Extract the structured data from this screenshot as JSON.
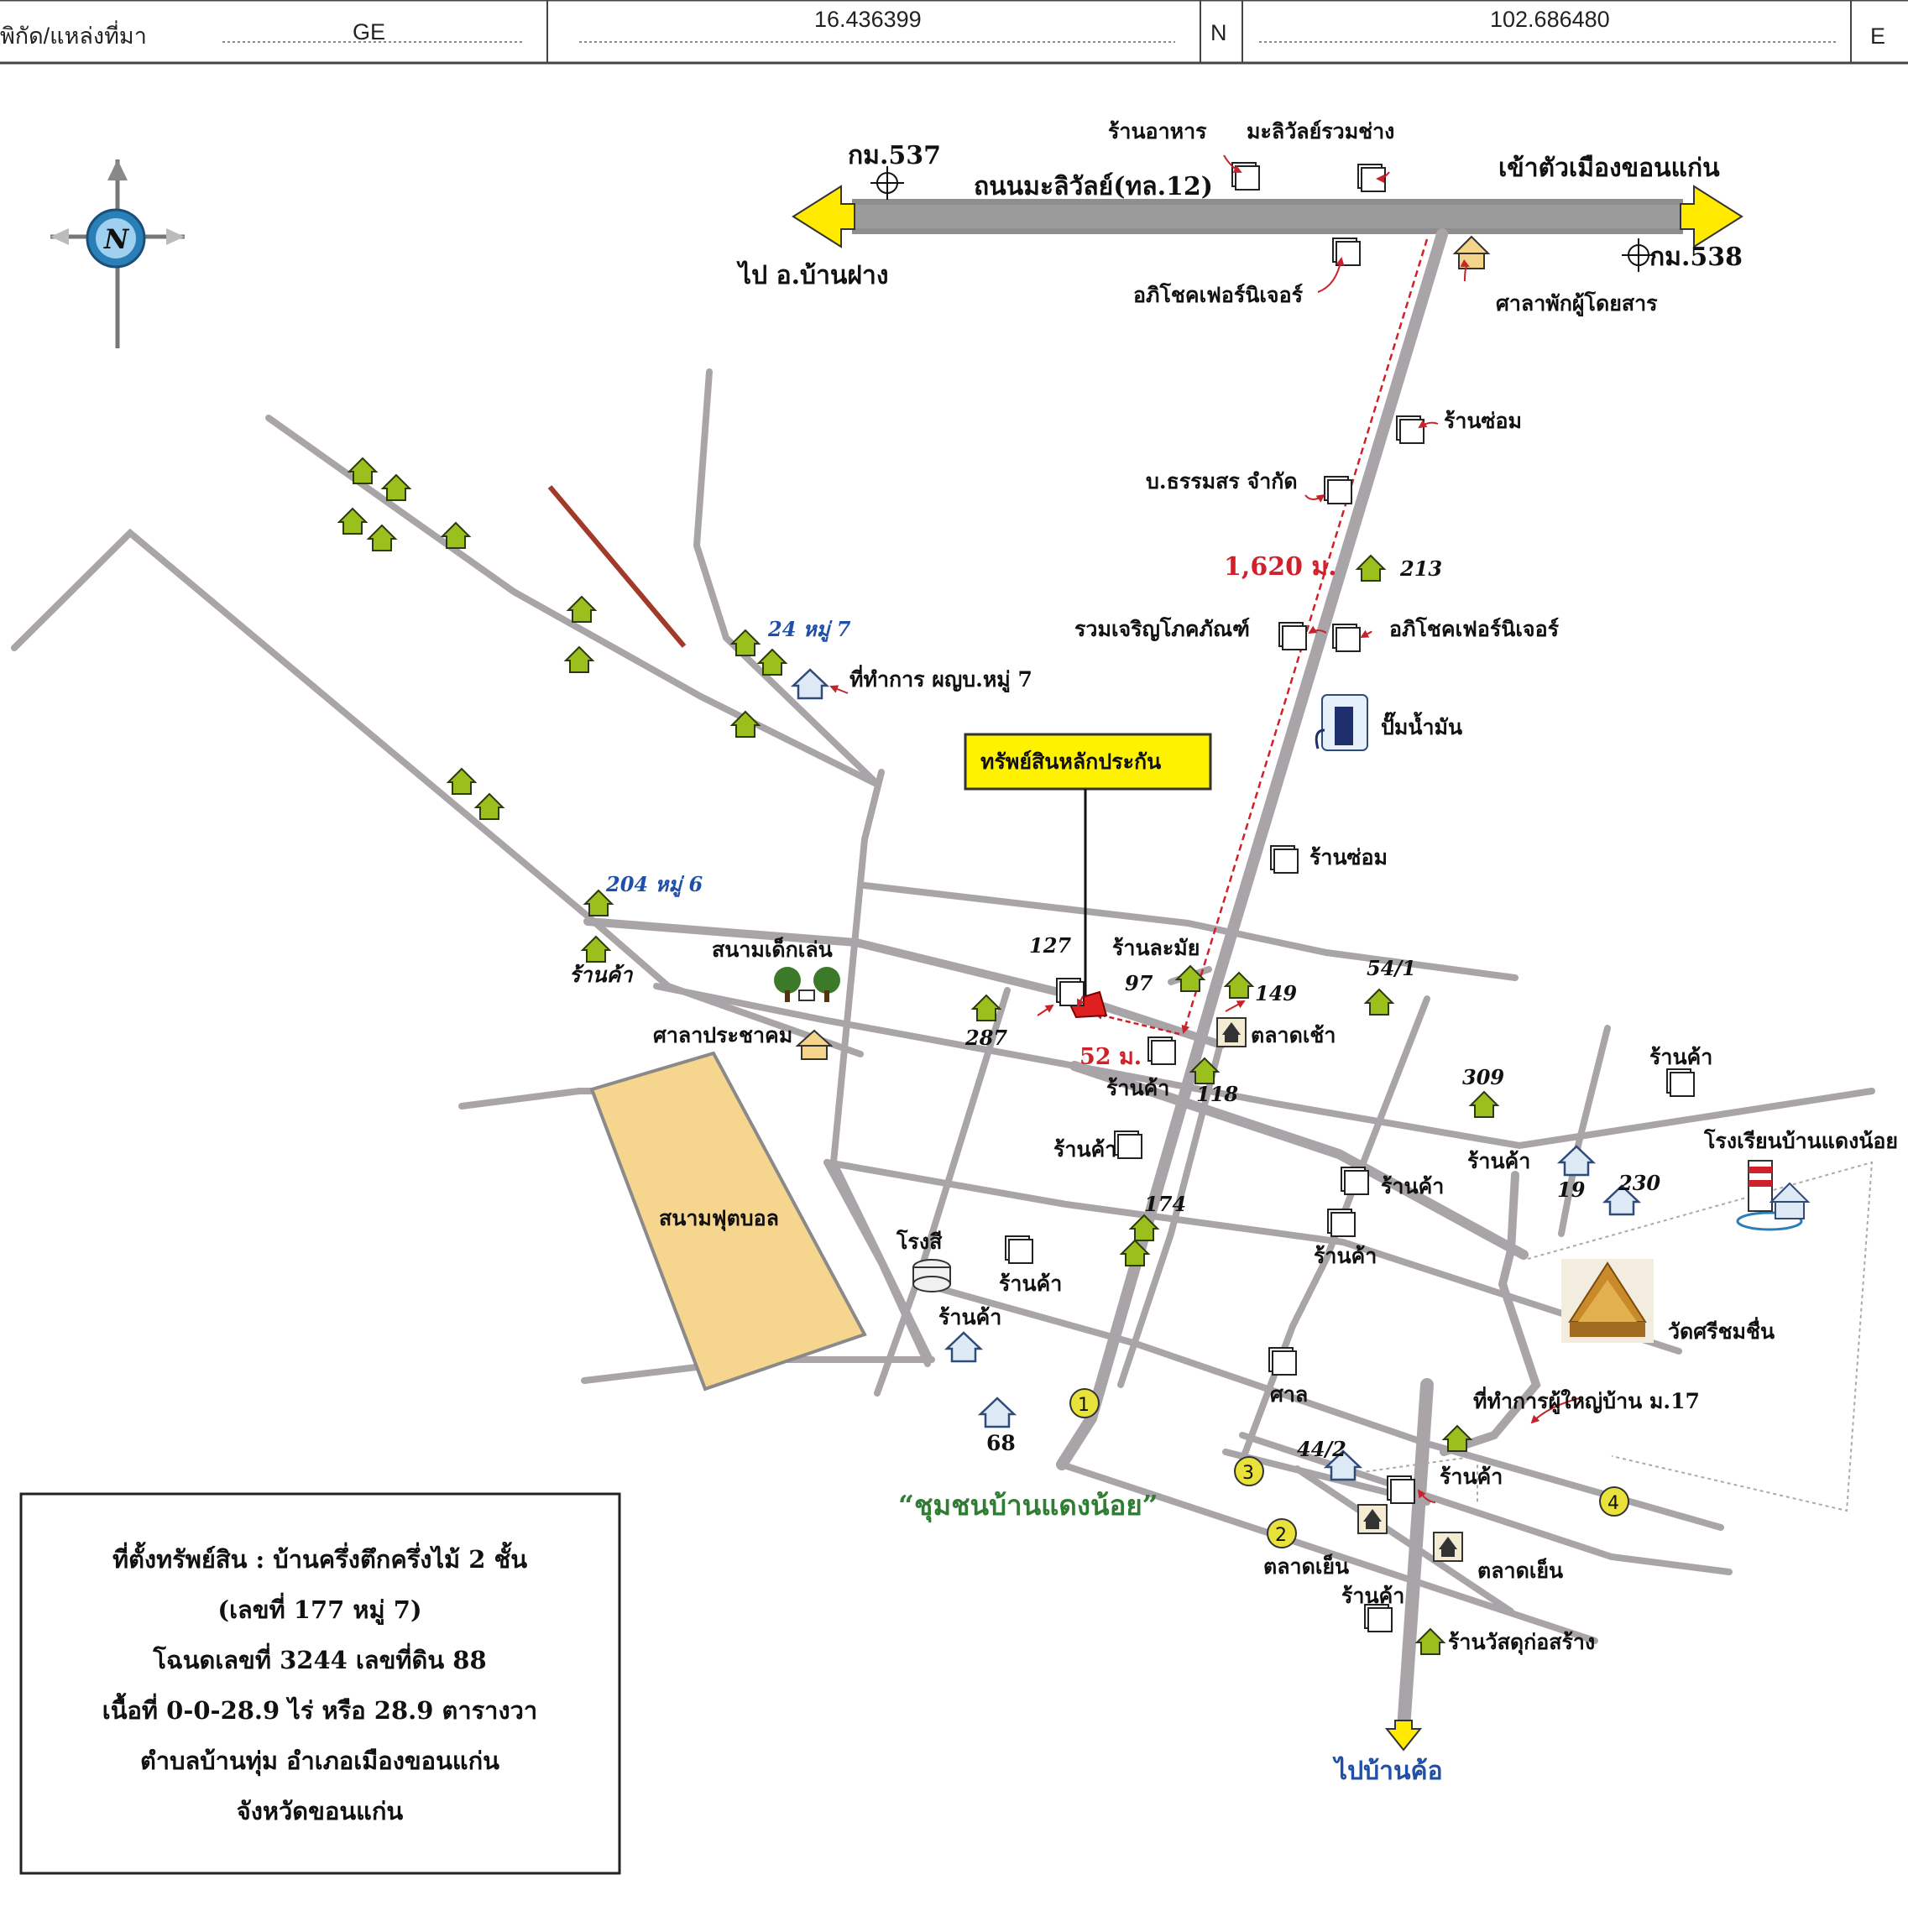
{
  "header": {
    "source_label": "พิกัด/แหล่งที่มา",
    "source_value": "GE",
    "latitude": "16.436399",
    "lat_unit": "N",
    "longitude": "102.686480",
    "lon_unit": "E"
  },
  "compass": {
    "letter": "N"
  },
  "highway": {
    "name": "ถนนมะลิวัลย์(ทล.12)",
    "km_west": "กม.537",
    "km_east": "กม.538",
    "to_west": "ไป อ.บ้านฝาง",
    "to_east": "เข้าตัวเมืองขอนแก่น"
  },
  "labels": {
    "restaurant": "ร้านอาหาร",
    "mali_ruam_chang": "มะลิวัลย์รวมช่าง",
    "aphichok_top": "อภิโชคเฟอร์นิเจอร์",
    "bus_stop": "ศาลาพักผู้โดยสาร",
    "repair_top": "ร้านซ่อม",
    "thammasorn": "บ.ธรรมสร จำกัด",
    "distance_main": "1,620 ม.",
    "no_213": "213",
    "ruam_charoen": "รวมเจริญโภคภัณฑ์",
    "aphichok_mid": "อภิโชคเฟอร์นิเจอร์",
    "gas_station": "ปั๊มน้ำมัน",
    "repair_mid": "ร้านซ่อม",
    "village_24": "24 หมู่ 7",
    "village_office_7": "ที่ทำการ ผญบ.หมู่ 7",
    "collateral": "ทรัพย์สินหลักประกัน",
    "village_204": "204 หมู่ 6",
    "shop_west": "ร้านค้า",
    "playground": "สนามเด็กเล่น",
    "community_hall": "ศาลาประชาคม",
    "no_127": "127",
    "lamai_shop": "ร้านละมัย",
    "no_97": "97",
    "no_149": "149",
    "no_54_1": "54/1",
    "no_287": "287",
    "morning_market": "ตลาดเช้า",
    "distance_short": "52 ม.",
    "shop_near": "ร้านค้า",
    "no_118": "118",
    "no_309": "309",
    "shop_far_east": "ร้านค้า",
    "school": "โรงเรียนบ้านแดงน้อย",
    "shop_mid_left": "ร้านค้า",
    "shop_mid_right": "ร้านค้า",
    "shop_19": "ร้านค้า",
    "no_19": "19",
    "no_230": "230",
    "football": "สนามฟุตบอล",
    "no_174": "174",
    "mill": "โรงสี",
    "shop_s1": "ร้านค้า",
    "shop_s2": "ร้านค้า",
    "shop_s3": "ร้านค้า",
    "temple": "วัดศรีชมชื่น",
    "shrine": "ศาล",
    "headman_office": "ที่ทำการผู้ใหญ่บ้าน ม.17",
    "no_68": "68",
    "community_name": "“ชุมชนบ้านแดงน้อย”",
    "no_44_2": "44/2",
    "shop_market": "ร้านค้า",
    "evening_market_1": "ตลาดเย็น",
    "evening_market_2": "ตลาดเย็น",
    "shop_bottom": "ร้านค้า",
    "construction": "ร้านวัสดุก่อสร้าง",
    "to_south": "ไปบ้านค้อ",
    "marker_1": "1",
    "marker_2": "2",
    "marker_3": "3",
    "marker_4": "4"
  },
  "info_box": {
    "line1": "ที่ตั้งทรัพย์สิน : บ้านครึ่งตึกครึ่งไม้ 2 ชั้น",
    "line2": "(เลขที่ 177 หมู่ 7)",
    "line3": "โฉนดเลขที่  3244  เลขที่ดิน 88",
    "line4": "เนื้อที่ 0-0-28.9 ไร่ หรือ 28.9 ตารางวา",
    "line5": "ตำบลบ้านทุ่ม  อำเภอเมืองขอนแก่น",
    "line6": "จังหวัดขอนแก่น"
  },
  "colors": {
    "road": "#a9a4a8",
    "road_edge": "#8f8a8e",
    "highway": "#8e8e8e",
    "arrow_yellow": "#ffea00",
    "house_green": "#9bbf1c",
    "collateral_box": "#fff200",
    "field": "#f6d58e",
    "distance_red": "#d0202a",
    "village_blue": "#1f4fa8",
    "community_green": "#2e7d32"
  }
}
